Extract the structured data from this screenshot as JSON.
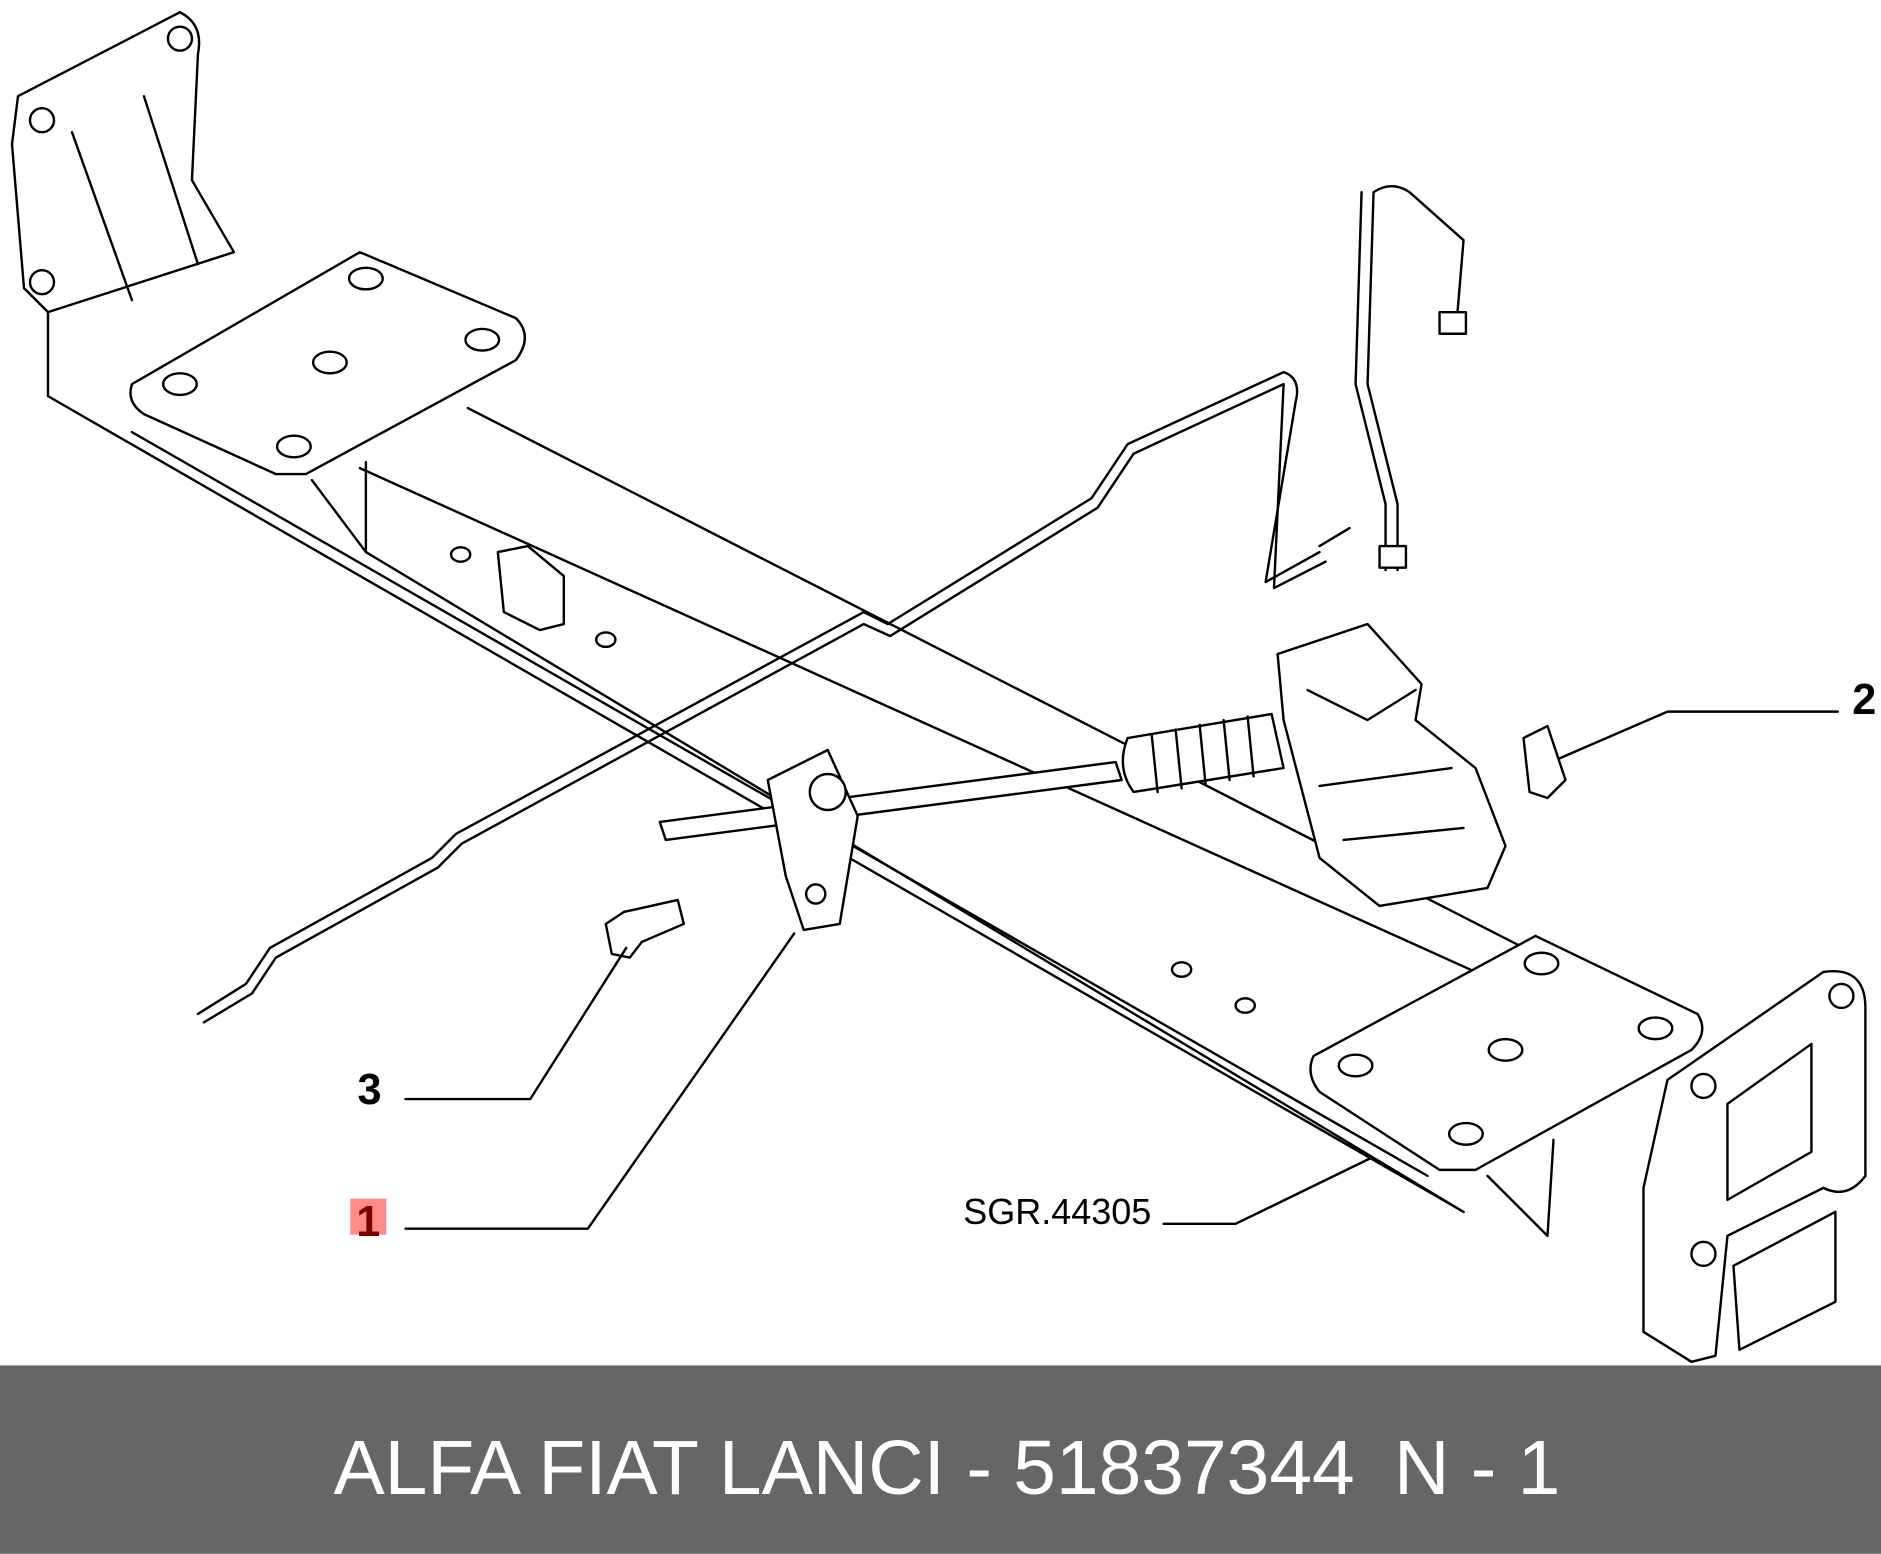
{
  "diagram": {
    "callouts": [
      {
        "label": "1",
        "highlighted": true,
        "highlight_color": "#ff8a8a"
      },
      {
        "label": "2",
        "highlighted": false
      },
      {
        "label": "3",
        "highlighted": false
      }
    ],
    "reference_label": "SGR.44305"
  },
  "footer": {
    "part_text": "ALFA FIAT LANCI - 51837344",
    "quantity_text": "N - 1",
    "background_color": "#666666"
  }
}
